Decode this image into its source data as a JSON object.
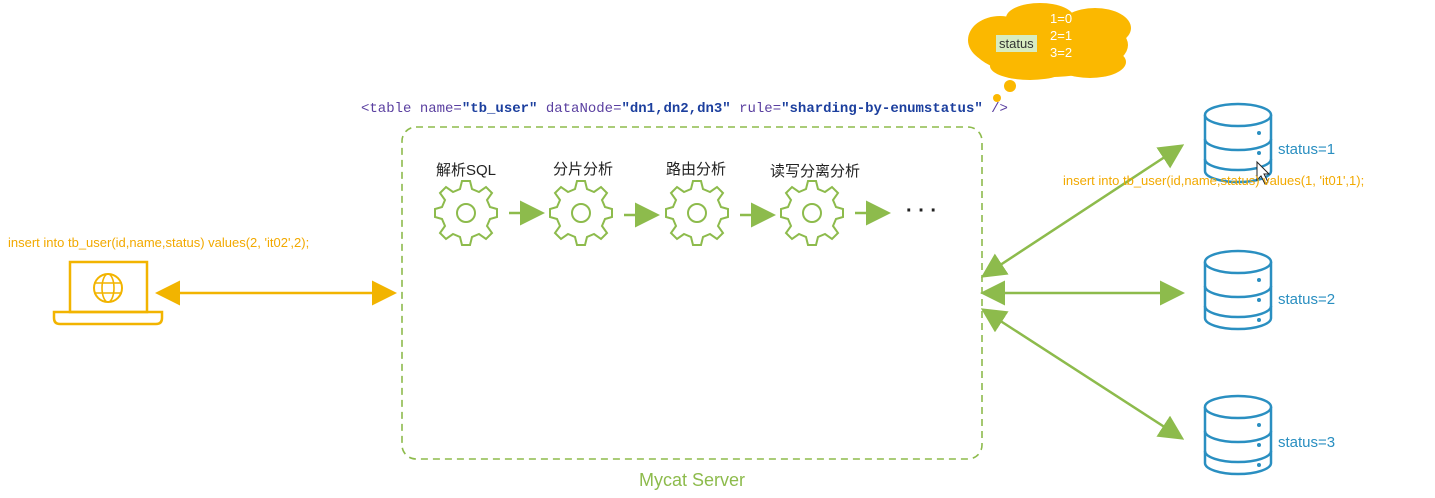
{
  "config_line": {
    "open": "<table ",
    "attr1_name": "name=",
    "attr1_value": "\"tb_user\"",
    "attr2_name": " dataNode=",
    "attr2_value": "\"dn1,dn2,dn3\"",
    "attr3_name": " rule=",
    "attr3_value": "\"sharding-by-enumstatus\"",
    "close": " />"
  },
  "cloud": {
    "key": "status",
    "mappings": [
      "1=0",
      "2=1",
      "3=2"
    ]
  },
  "steps": [
    "解析SQL",
    "分片分析",
    "路由分析",
    "读写分离分析"
  ],
  "ellipsis": "· · ·",
  "client_sql": "insert into tb_user(id,name,status) values(2, 'it02',2);",
  "node_sql": "insert into tb_user(id,name,status) values(1, 'it01',1);",
  "server_label": "Mycat Server",
  "nodes": [
    "status=1",
    "status=2",
    "status=3"
  ],
  "colors": {
    "accent_green": "#8dbb4c",
    "client_orange": "#f2a900",
    "db_blue": "#2a8fc1",
    "cloud_yellow": "#fbb800",
    "code_purple": "#5a3fa0",
    "code_blue": "#1c3f9e"
  }
}
